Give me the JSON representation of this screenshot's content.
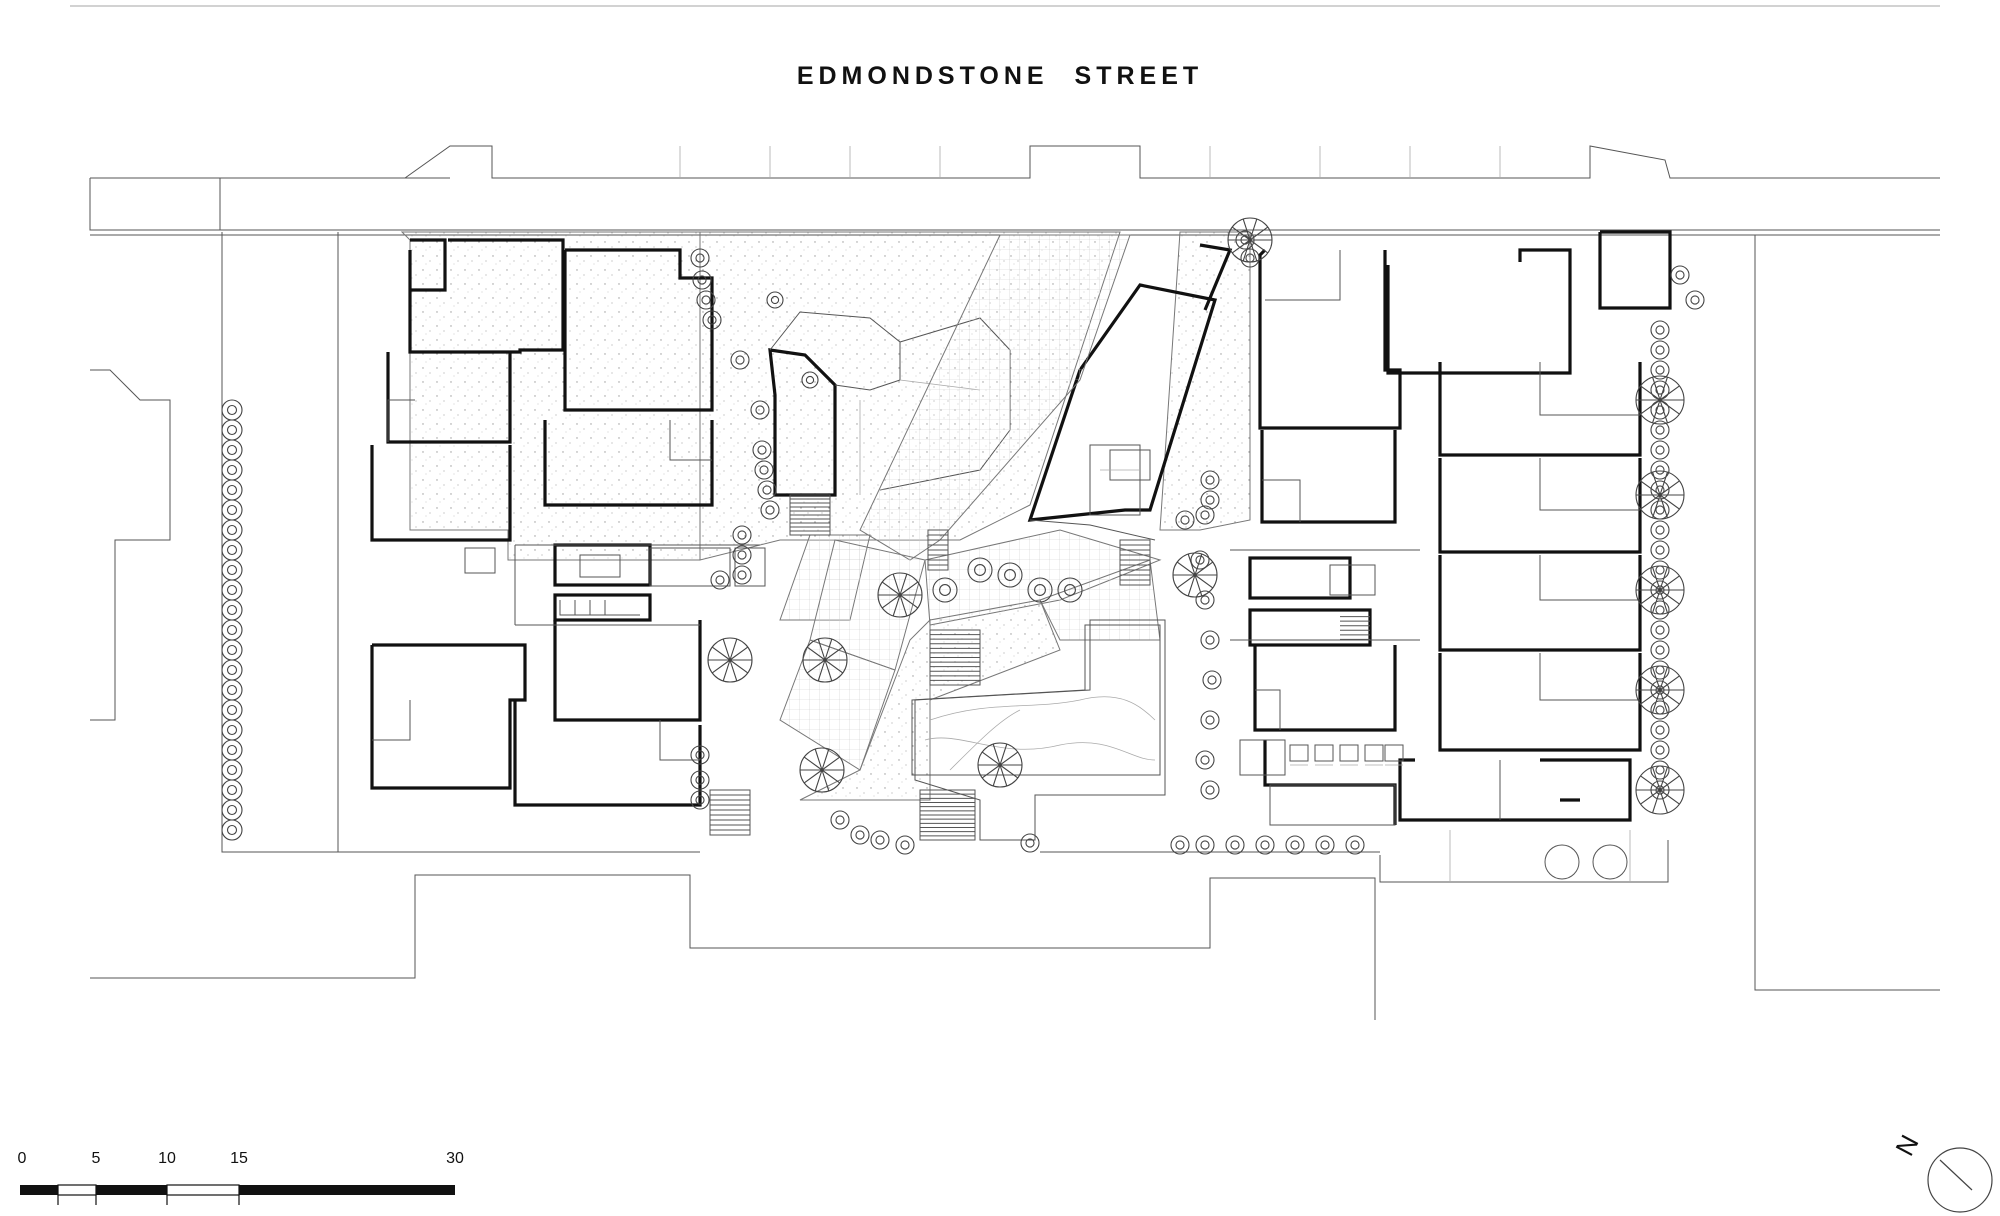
{
  "street_label": "EDMONDSTONE  STREET",
  "scale_bar": {
    "labels": [
      "0",
      "5",
      "10",
      "15",
      "30"
    ]
  },
  "north_arrow": {
    "label": "N"
  },
  "icons": {
    "north": "north-arrow-icon",
    "tree": "tree-icon"
  },
  "colors": {
    "line": "#111111",
    "thin_line": "#555555",
    "background": "#ffffff"
  }
}
